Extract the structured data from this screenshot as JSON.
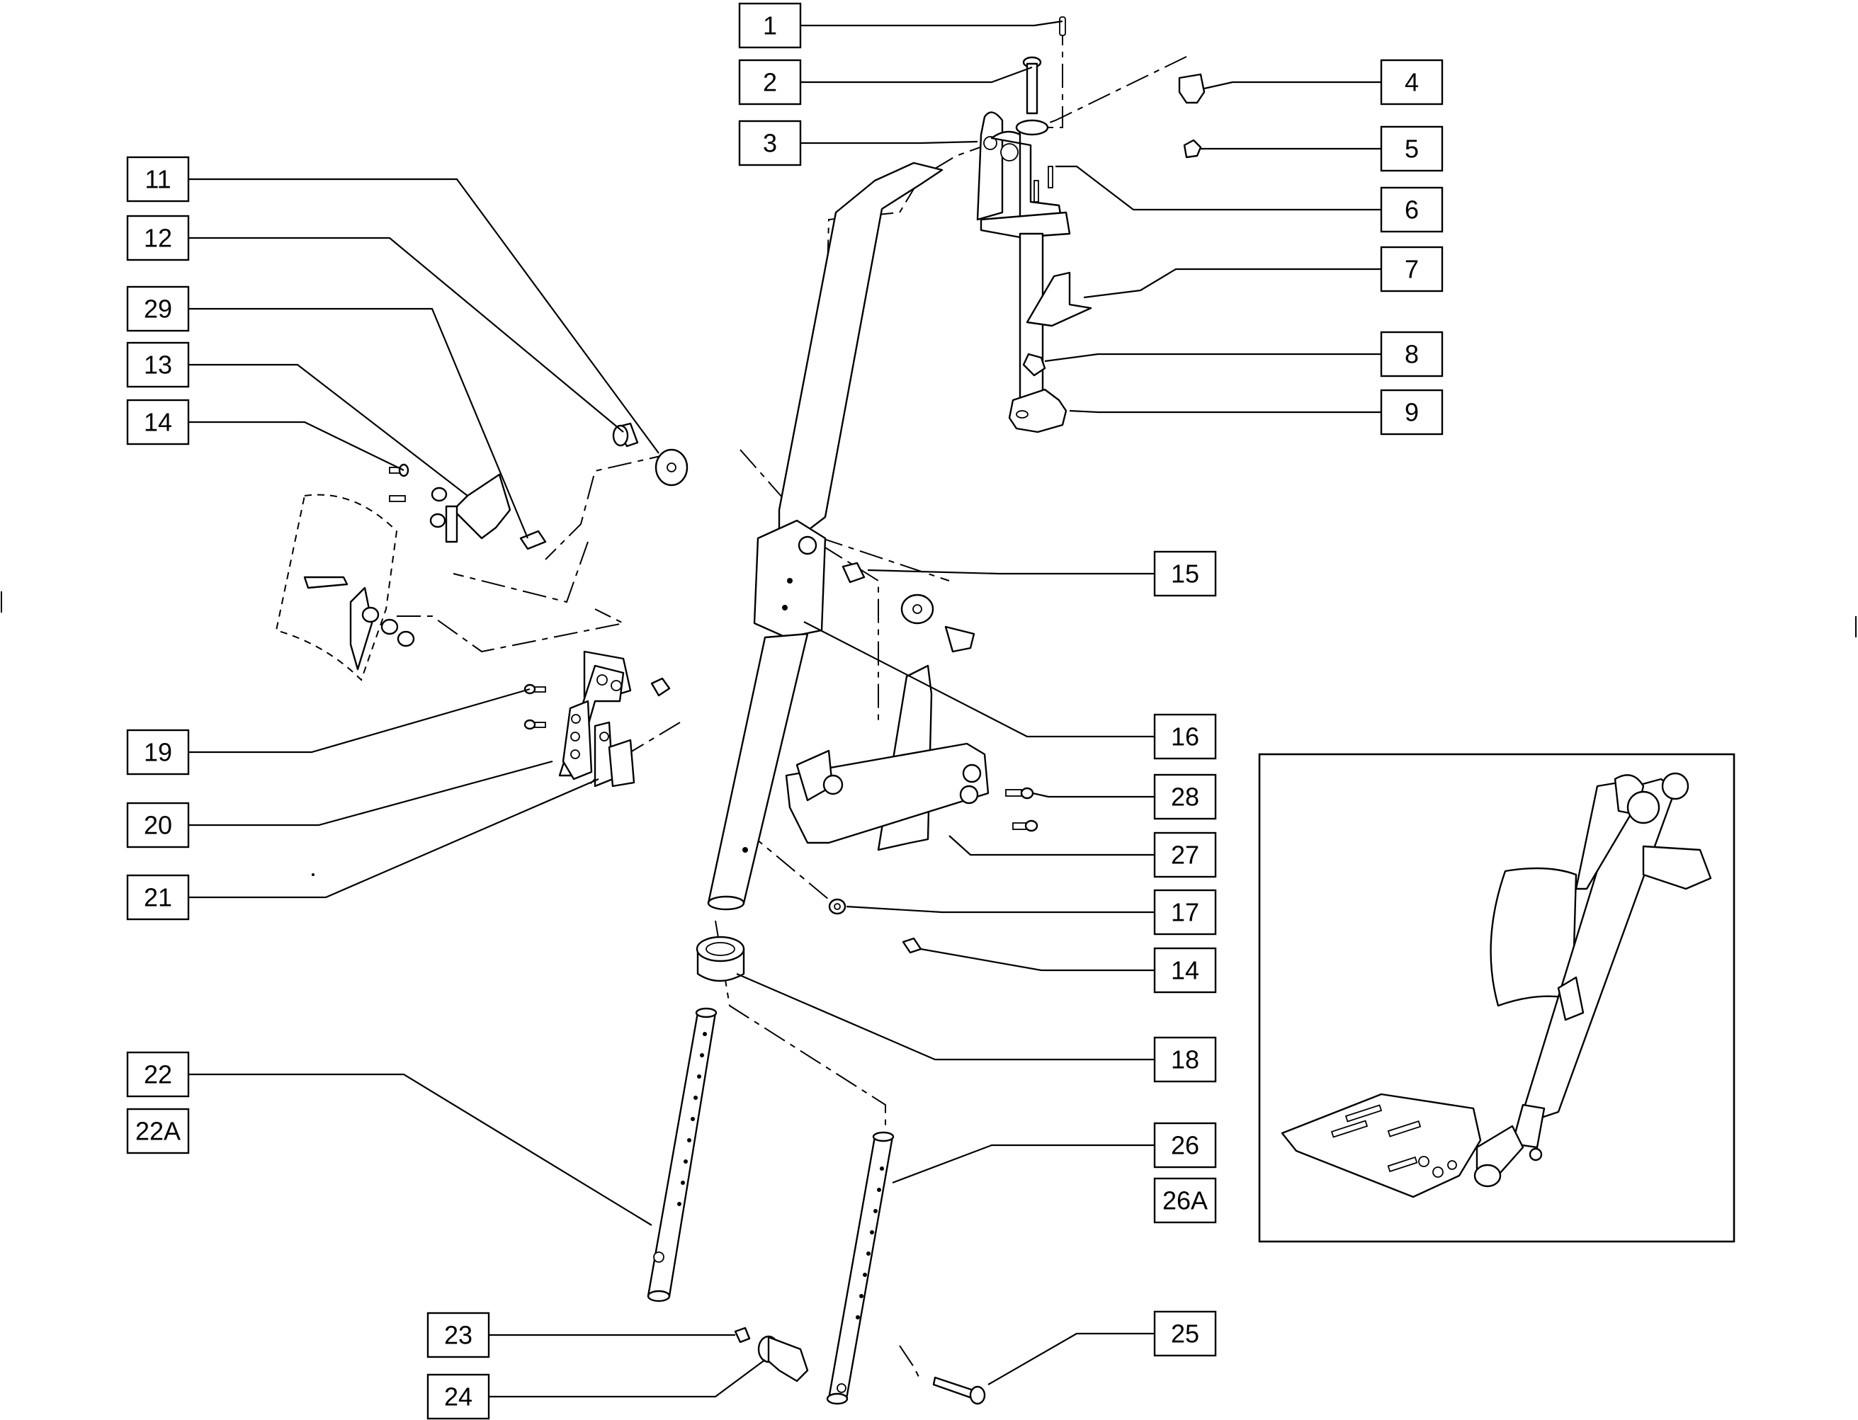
{
  "diagram": {
    "callouts": [
      {
        "id": "c1",
        "label": "1"
      },
      {
        "id": "c2",
        "label": "2"
      },
      {
        "id": "c3",
        "label": "3"
      },
      {
        "id": "c4",
        "label": "4"
      },
      {
        "id": "c5",
        "label": "5"
      },
      {
        "id": "c6",
        "label": "6"
      },
      {
        "id": "c7",
        "label": "7"
      },
      {
        "id": "c8",
        "label": "8"
      },
      {
        "id": "c9",
        "label": "9"
      },
      {
        "id": "c11",
        "label": "11"
      },
      {
        "id": "c12",
        "label": "12"
      },
      {
        "id": "c29",
        "label": "29"
      },
      {
        "id": "c13",
        "label": "13"
      },
      {
        "id": "c14a",
        "label": "14"
      },
      {
        "id": "c15",
        "label": "15"
      },
      {
        "id": "c16",
        "label": "16"
      },
      {
        "id": "c28",
        "label": "28"
      },
      {
        "id": "c27",
        "label": "27"
      },
      {
        "id": "c19",
        "label": "19"
      },
      {
        "id": "c20",
        "label": "20"
      },
      {
        "id": "c21",
        "label": "21"
      },
      {
        "id": "c17",
        "label": "17"
      },
      {
        "id": "c14b",
        "label": "14"
      },
      {
        "id": "c18",
        "label": "18"
      },
      {
        "id": "c22",
        "label": "22"
      },
      {
        "id": "c22a",
        "label": "22A"
      },
      {
        "id": "c26",
        "label": "26"
      },
      {
        "id": "c26a",
        "label": "26A"
      },
      {
        "id": "c23",
        "label": "23"
      },
      {
        "id": "c24",
        "label": "24"
      },
      {
        "id": "c25",
        "label": "25"
      }
    ]
  }
}
